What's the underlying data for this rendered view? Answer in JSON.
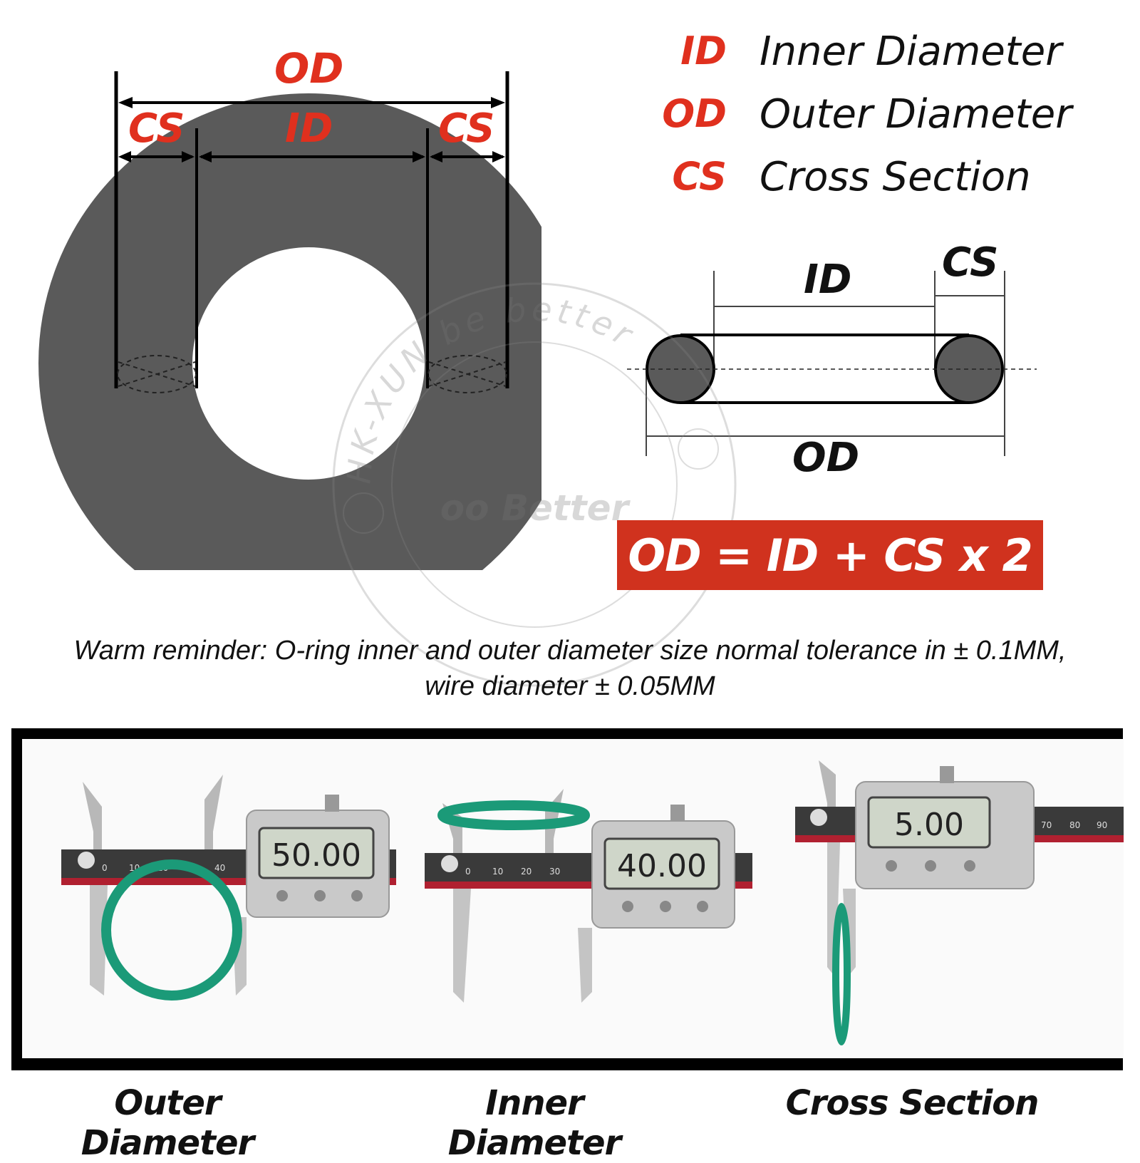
{
  "colors": {
    "accent_red": "#e0301e",
    "formula_bg": "#d0321e",
    "ring_gray": "#5a5a5a",
    "oring_green": "#1b9a78"
  },
  "ring_diagram": {
    "od_label": "OD",
    "cs_left_label": "CS",
    "id_label": "ID",
    "cs_right_label": "CS"
  },
  "legend": [
    {
      "key": "ID",
      "text": "Inner Diameter"
    },
    {
      "key": "OD",
      "text": "Outer Diameter"
    },
    {
      "key": "CS",
      "text": "Cross Section"
    }
  ],
  "cross_section_diagram": {
    "id_label": "ID",
    "cs_label": "CS",
    "od_label": "OD"
  },
  "watermark": {
    "ring_text": "HK-XUN be better",
    "brand": "oo Better"
  },
  "formula": "OD = ID + CS x 2",
  "reminder": {
    "line1": "Warm reminder: O-ring inner and outer diameter size normal tolerance in ± 0.1MM,",
    "line2": "wire diameter ± 0.05MM"
  },
  "photos": [
    {
      "label": "Outer Diameter",
      "reading": "50.00",
      "scale": [
        "0",
        "10",
        "20",
        "30",
        "40"
      ]
    },
    {
      "label": "Inner Diameter",
      "reading": "40.00",
      "scale": [
        "0",
        "10",
        "20",
        "30"
      ]
    },
    {
      "label": "Cross Section",
      "reading": "5.00",
      "scale": [
        "70",
        "80",
        "90"
      ]
    }
  ]
}
